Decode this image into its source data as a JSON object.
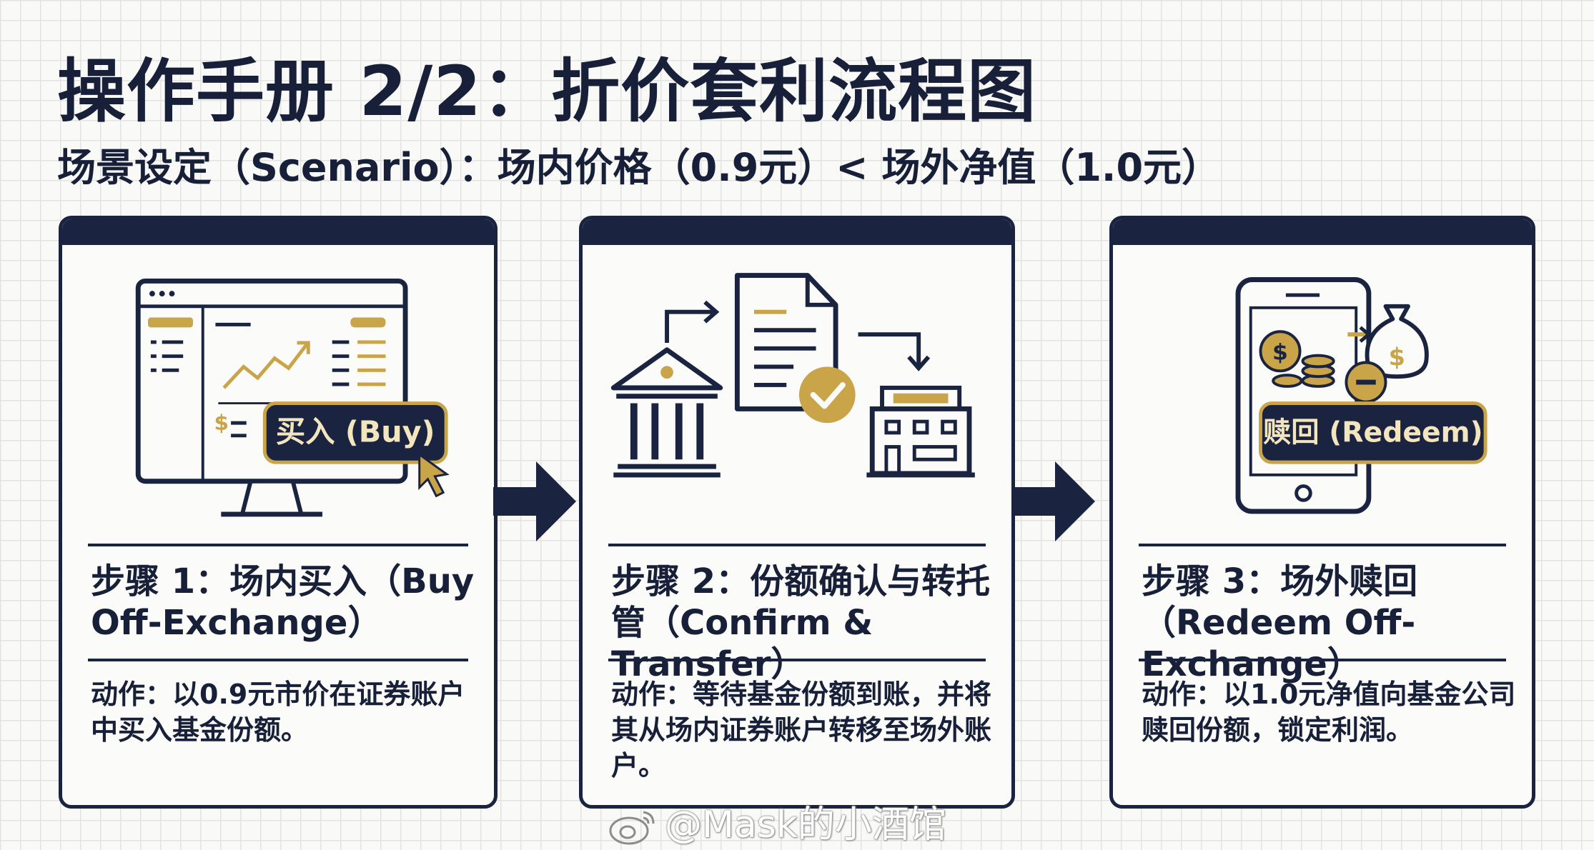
{
  "title": "操作手册 2/2：折价套利流程图",
  "subtitle": "场景设定（Scenario）：场内价格（0.9元）< 场外净值（1.0元）",
  "steps": [
    {
      "title": "步骤 1：场内买入（Buy Off-Exchange）",
      "action": "动作：以0.9元市价在证券账户中买入基金份额。",
      "badge": "买入 (Buy)",
      "illustration": "monitor-trading-chart"
    },
    {
      "title": "步骤 2：份额确认与转托管（Confirm & Transfer）",
      "action": "动作：等待基金份额到账，并将其从场内证券账户转移至场外账户。",
      "illustration": "bank-document-building"
    },
    {
      "title": "步骤 3：场外赎回（Redeem Off-Exchange）",
      "action": "动作：以1.0元净值向基金公司赎回份额，锁定利润。",
      "badge": "赎回 (Redeem)",
      "illustration": "phone-coins-moneybag"
    }
  ],
  "flow_arrows": [
    "right-arrow-icon",
    "right-arrow-icon"
  ],
  "watermark": "@Mask的小酒馆",
  "colors": {
    "navy": "#1a2440",
    "gold": "#c9a449",
    "background": "#f9f9f7",
    "card": "#fbfbf9"
  }
}
